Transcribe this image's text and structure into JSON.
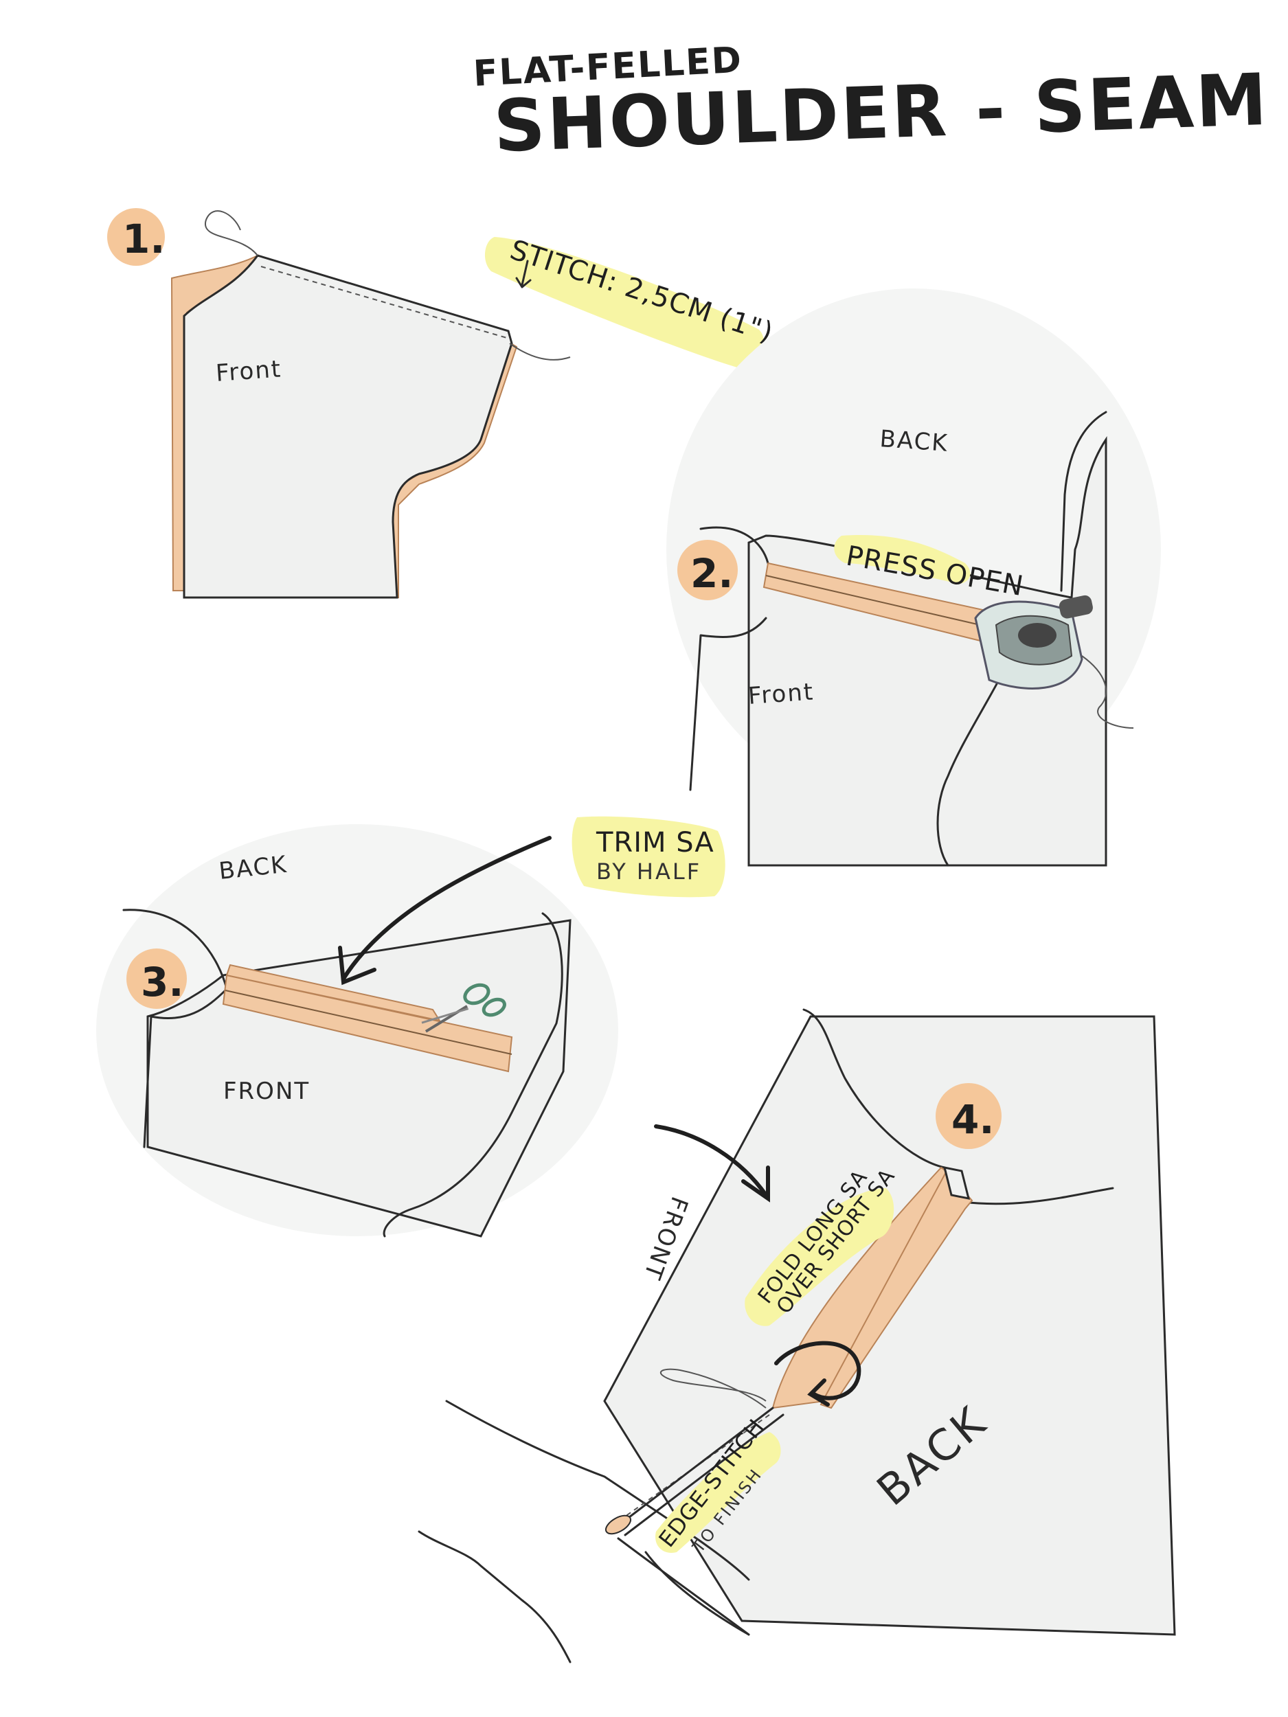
{
  "title": {
    "line1": "FLAT-FELLED",
    "line2": "SHOULDER - SEAM"
  },
  "steps": [
    {
      "number": "1.",
      "labels": [
        "Front"
      ],
      "note": "STITCH: 2,5CM (1\")"
    },
    {
      "number": "2.",
      "labels": [
        "BACK",
        "Front"
      ],
      "note": "PRESS OPEN"
    },
    {
      "number": "3.",
      "labels": [
        "BACK",
        "FRONT"
      ],
      "note_line1": "TRIM SA",
      "note_line2": "BY HALF"
    },
    {
      "number": "4.",
      "labels": [
        "FRONT",
        "BACK"
      ],
      "note_line1": "FOLD LONG SA",
      "note_line2": "OVER SHORT SA",
      "note2_line1": "EDGE-STITCH",
      "note2_line2": "TO FINISH"
    }
  ],
  "colors": {
    "seam_allowance": "#f2c9a3",
    "step_circle": "#f5c79a",
    "highlight": "#f7f5a4",
    "fabric": "#f0f1f0"
  },
  "icons": [
    "iron-icon",
    "scissors-icon",
    "arrow-icon",
    "fold-arrow-icon"
  ]
}
